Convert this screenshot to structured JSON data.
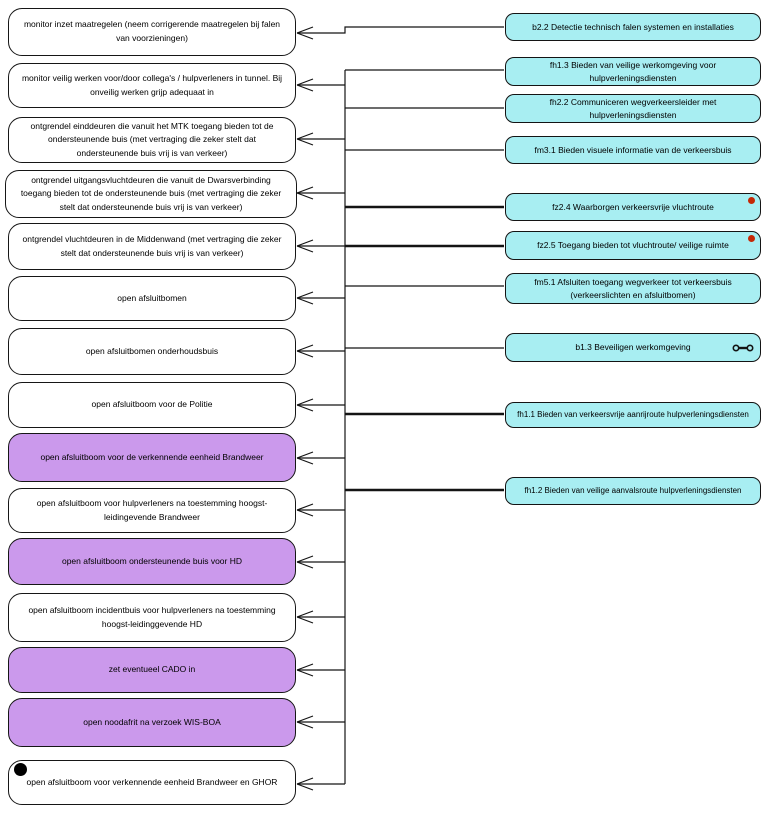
{
  "diagram": {
    "title": "",
    "colors": {
      "background": "#ffffff",
      "process_white_fill": "#ffffff",
      "process_purple_fill": "#cb99ec",
      "function_cyan_fill": "#a8eef2",
      "border": "#141414",
      "connector": "#141414",
      "red_dot": "#c52806",
      "black_dot": "#000000"
    },
    "nodes": {
      "left": [
        {
          "id": "L1",
          "label": "monitor inzet maatregelen (neem corrigerende maatregelen bij falen van voorzieningen)",
          "fill": "white",
          "icon": null
        },
        {
          "id": "L2",
          "label": "monitor veilig werken voor/door collega's / hulpverleners in tunnel. Bij onveilig werken grijp adequaat in",
          "fill": "white",
          "icon": null
        },
        {
          "id": "L3",
          "label": "ontgrendel einddeuren die vanuit het MTK toegang bieden tot de ondersteunende buis (met vertraging die zeker stelt dat ondersteunende buis vrij is van verkeer)",
          "fill": "white",
          "icon": null
        },
        {
          "id": "L4",
          "label": "ontgrendel uitgangsvluchtdeuren die vanuit de Dwarsverbinding toegang bieden tot de ondersteunende buis (met vertraging die zeker stelt dat ondersteunende buis vrij is van verkeer)",
          "fill": "white",
          "icon": null
        },
        {
          "id": "L5",
          "label": "ontgrendel vluchtdeuren in de Middenwand (met vertraging die zeker stelt dat ondersteunende buis vrij is van verkeer)",
          "fill": "white",
          "icon": null
        },
        {
          "id": "L6",
          "label": "open afsluitbomen",
          "fill": "white",
          "icon": null
        },
        {
          "id": "L7",
          "label": "open afsluitbomen onderhoudsbuis",
          "fill": "white",
          "icon": null
        },
        {
          "id": "L8",
          "label": "open afsluitboom voor de Politie",
          "fill": "white",
          "icon": null
        },
        {
          "id": "L9",
          "label": "open afsluitboom voor de verkennende eenheid Brandweer",
          "fill": "purple",
          "icon": null
        },
        {
          "id": "L10",
          "label": "open afsluitboom voor hulpverleners na toestemming hoogst-leidingevende Brandweer",
          "fill": "white",
          "icon": null
        },
        {
          "id": "L11",
          "label": "open afsluitboom ondersteunende buis voor HD",
          "fill": "purple",
          "icon": null
        },
        {
          "id": "L12",
          "label": "open afsluitboom incidentbuis voor hulpverleners na toestemming hoogst-leidinggevende HD",
          "fill": "white",
          "icon": null
        },
        {
          "id": "L13",
          "label": "zet eventueel CADO in",
          "fill": "purple",
          "icon": null
        },
        {
          "id": "L14",
          "label": "open noodafrit na verzoek WIS-BOA",
          "fill": "purple",
          "icon": null
        },
        {
          "id": "L15",
          "label": "open afsluitboom voor verkennende eenheid Brandweer en GHOR",
          "fill": "white",
          "icon": "black-dot-icon"
        }
      ],
      "right": [
        {
          "id": "b2.2",
          "label": "b2.2 Detectie technisch falen systemen en installaties",
          "fill": "cyan",
          "icon": null
        },
        {
          "id": "fh1.3",
          "label": "fh1.3 Bieden van veilige werkomgeving voor hulpverleningsdiensten",
          "fill": "cyan",
          "icon": null
        },
        {
          "id": "fh2.2",
          "label": "fh2.2 Communiceren wegverkeersleider met hulpverleningsdiensten",
          "fill": "cyan",
          "icon": null
        },
        {
          "id": "fm3.1",
          "label": "fm3.1 Bieden visuele informatie van de verkeersbuis",
          "fill": "cyan",
          "icon": null
        },
        {
          "id": "fz2.4",
          "label": "fz2.4 Waarborgen verkeersvrije vluchtroute",
          "fill": "cyan",
          "icon": "red-dot-icon"
        },
        {
          "id": "fz2.5",
          "label": "fz2.5 Toegang bieden tot vluchtroute/ veilige ruimte",
          "fill": "cyan",
          "icon": "red-dot-icon"
        },
        {
          "id": "fm5.1",
          "label": "fm5.1 Afsluiten toegang wegverkeer tot verkeersbuis (verkeerslichten en afsluitbomen)",
          "fill": "cyan",
          "icon": null
        },
        {
          "id": "b1.3",
          "label": "b1.3 Beveiligen werkomgeving",
          "fill": "cyan",
          "icon": "link-icon"
        },
        {
          "id": "fh1.1",
          "label": "fh1.1 Bieden van verkeersvrije aanrijroute hulpverleningsdiensten",
          "fill": "cyan",
          "icon": null
        },
        {
          "id": "fh1.2",
          "label": "fh1.2 Bieden van veilige aanvalsroute hulpverleningsdiensten",
          "fill": "cyan",
          "icon": null
        }
      ]
    },
    "connections": {
      "direct": [
        {
          "from": "b2.2",
          "to": "L1",
          "arrow": "open-arrowhead-at-target",
          "weight": "thin"
        }
      ],
      "shared_trunk": {
        "description": "vertical bus line; right-side functions feed into it, open arrowheads point into each left-side process",
        "sources_thin": [
          "fh1.3",
          "fh2.2",
          "fm3.1",
          "fm5.1",
          "b1.3"
        ],
        "sources_thick": [
          "fz2.4",
          "fz2.5",
          "fh1.1",
          "fh1.2"
        ],
        "targets": [
          "L2",
          "L3",
          "L4",
          "L5",
          "L6",
          "L7",
          "L8",
          "L9",
          "L10",
          "L11",
          "L12",
          "L13",
          "L14",
          "L15"
        ]
      }
    }
  }
}
